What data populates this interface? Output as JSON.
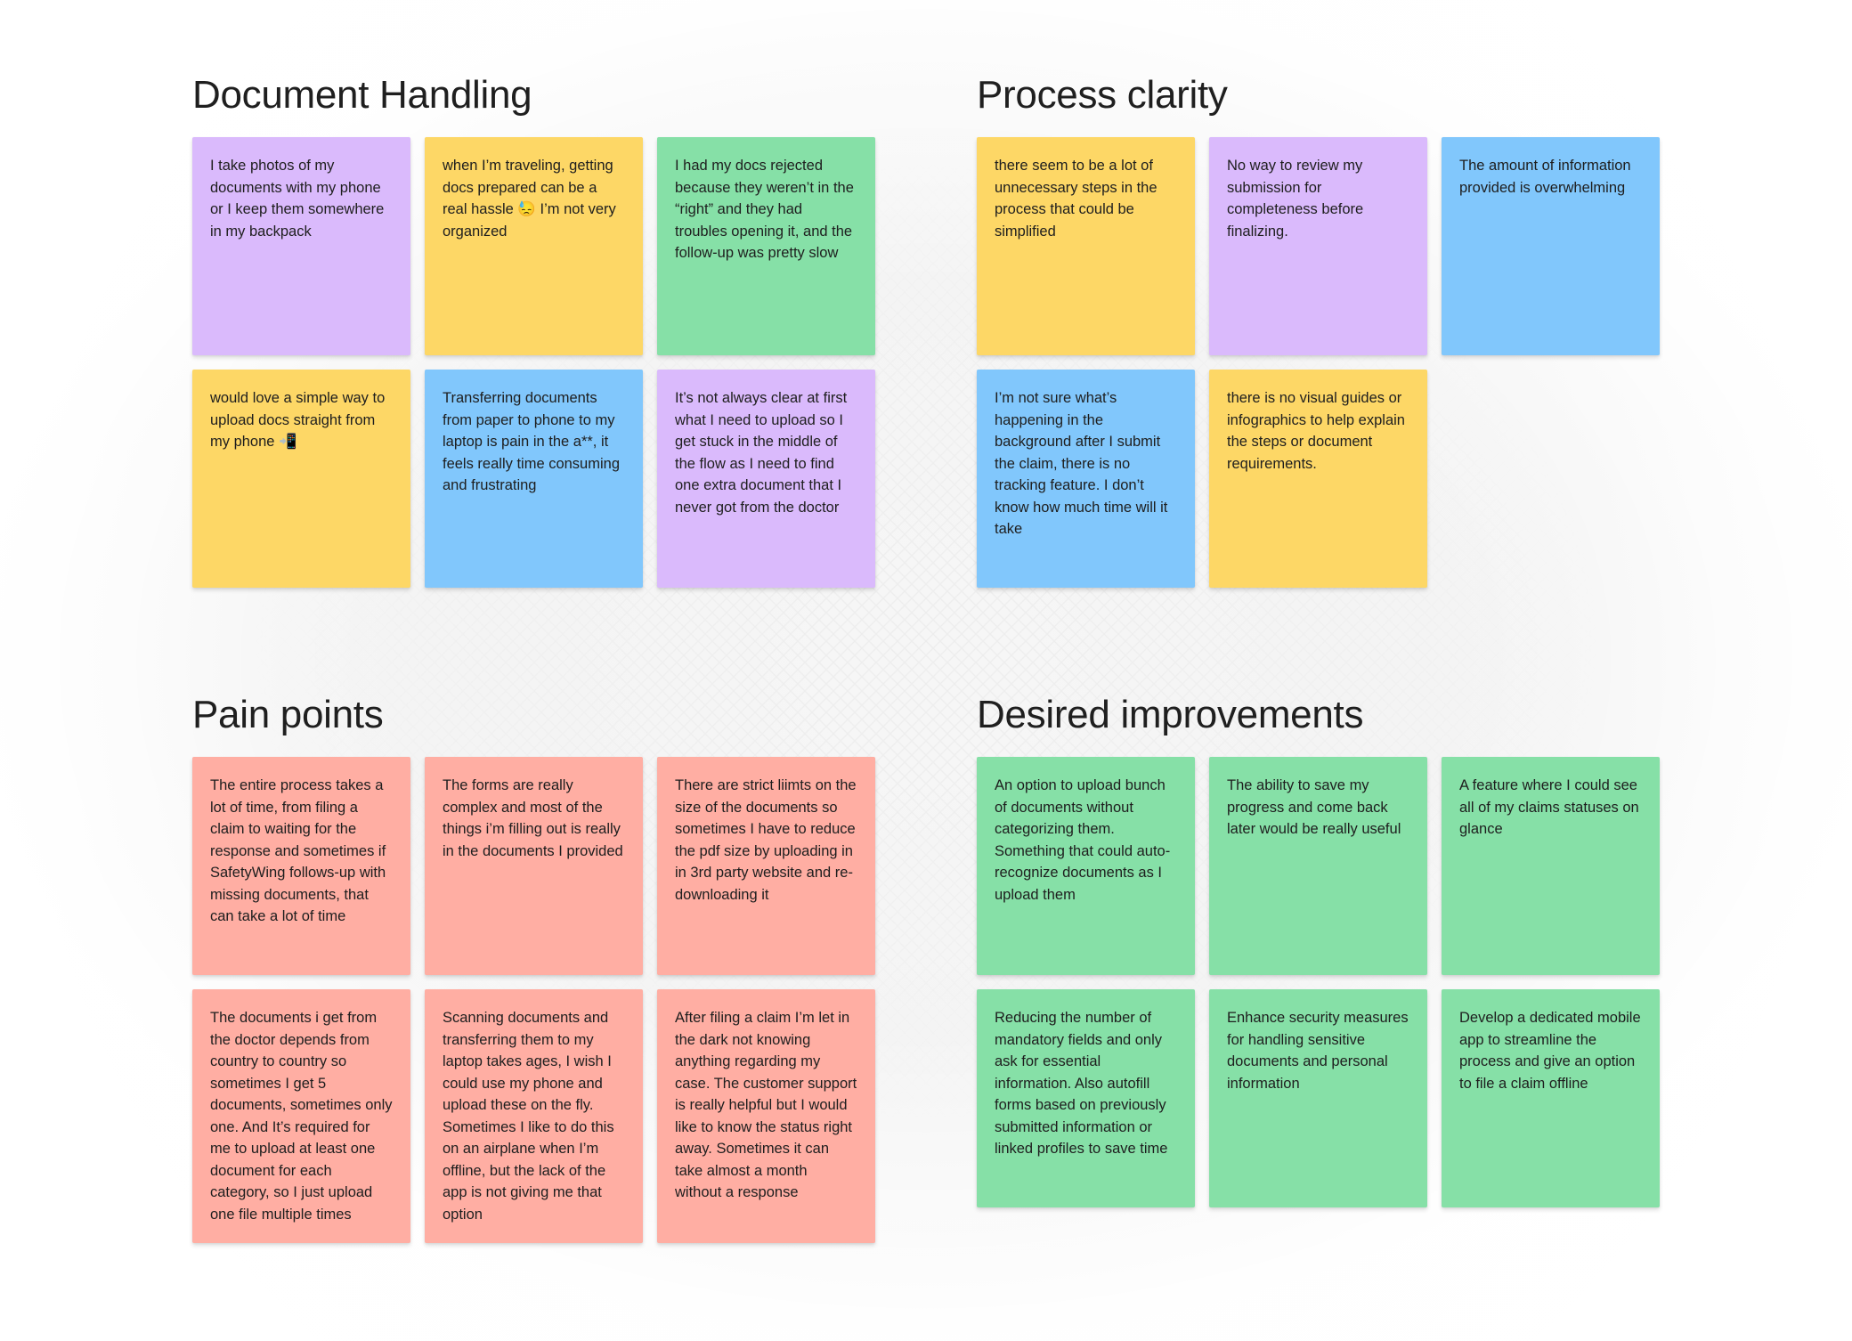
{
  "sections": {
    "document_handling": {
      "title": "Document Handling",
      "notes": [
        "I take photos of my documents with my phone or I keep them somewhere in my backpack",
        "when I’m traveling, getting docs prepared can be a real hassle 😓 I’m not very organized",
        "I had my docs rejected because they weren’t in the “right” and they had troubles opening it, and the follow-up was pretty slow",
        "would love a simple way to upload docs straight from my phone 📲",
        "Transferring documents from paper to phone to my laptop is pain in the a**, it feels really time consuming and frustrating",
        "It’s not always clear at first what I need to upload so I get stuck in the middle of the flow as I need to find one extra document that I never got from the doctor"
      ]
    },
    "process_clarity": {
      "title": "Process clarity",
      "notes": [
        "there seem to be a lot of unnecessary steps in the process that could be simplified",
        "No way to review my submission for completeness before finalizing.",
        "The amount of information provided is overwhelming",
        "I’m not sure what’s happening in the background after I submit the claim, there is no tracking feature. I don’t know how much time will it take",
        "there is no  visual guides or infographics to help explain the steps or document requirements."
      ]
    },
    "pain_points": {
      "title": "Pain points",
      "notes": [
        "The entire process takes a lot of time, from filing a claim to waiting for the response and sometimes if SafetyWing follows-up with missing documents, that can take a lot of time",
        "The forms are really complex and most of the things i’m filling out is really in the documents I provided",
        "There are strict liimts on the size of the documents so sometimes I have to reduce the pdf size by uploading in in 3rd party website and re-downloading it",
        "The documents i get from the doctor depends from country to country so sometimes I get 5 documents, sometimes only one. And It’s required for me to upload at least one document for each category, so I just upload one file multiple times",
        "Scanning documents and transferring them to my laptop takes ages, I wish I could use my phone and upload these on the fly. Sometimes I like to do this on an airplane when I’m offline, but the lack of the app is not giving me that option",
        "After filing a claim I’m let in the dark not knowing anything regarding my case. The customer support is really helpful but I would like to know the status right away. Sometimes it can take almost a month without a response"
      ]
    },
    "desired_improvements": {
      "title": "Desired improvements",
      "notes": [
        "An option to upload bunch of documents without categorizing them. Something that could auto-recognize documents as I upload them",
        "The ability to save my progress and come back later would be really useful",
        "A feature where I could see all of my claims statuses on glance",
        "Reducing the number of mandatory fields and only ask for essential information. Also autofill forms based on previously submitted information or linked profiles to save time",
        "Enhance security measures for handling sensitive documents and personal information",
        "Develop a dedicated mobile app to streamline the process and give an option to file a claim offline"
      ]
    }
  },
  "colors": {
    "purple": "#dabafc",
    "yellow": "#fdd766",
    "green": "#86e0a7",
    "blue": "#81c7fc",
    "red": "#ffaea3"
  }
}
